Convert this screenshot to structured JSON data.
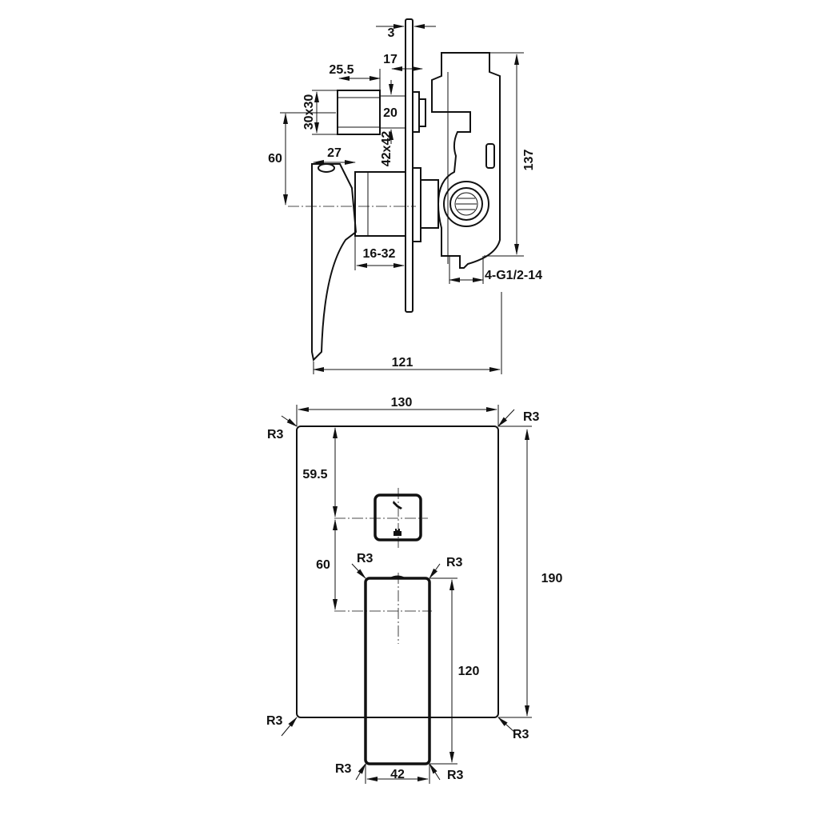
{
  "side_view": {
    "dims": {
      "plate_thickness": "3",
      "depth_17": "17",
      "depth_25_5": "25.5",
      "spindle_square": "30x30",
      "spindle_offset": "20",
      "body_square": "42x42",
      "center_distance": "60",
      "lever_width": "27",
      "wall_range": "16-32",
      "connections": "4-G1/2-14",
      "body_height": "137",
      "overall_depth": "121"
    }
  },
  "front_view": {
    "dims": {
      "plate_width": "130",
      "plate_height": "190",
      "top_to_diverter": "59.5",
      "diverter_to_lever": "60",
      "lever_length": "120",
      "lever_width": "42",
      "radius": "R3"
    }
  }
}
